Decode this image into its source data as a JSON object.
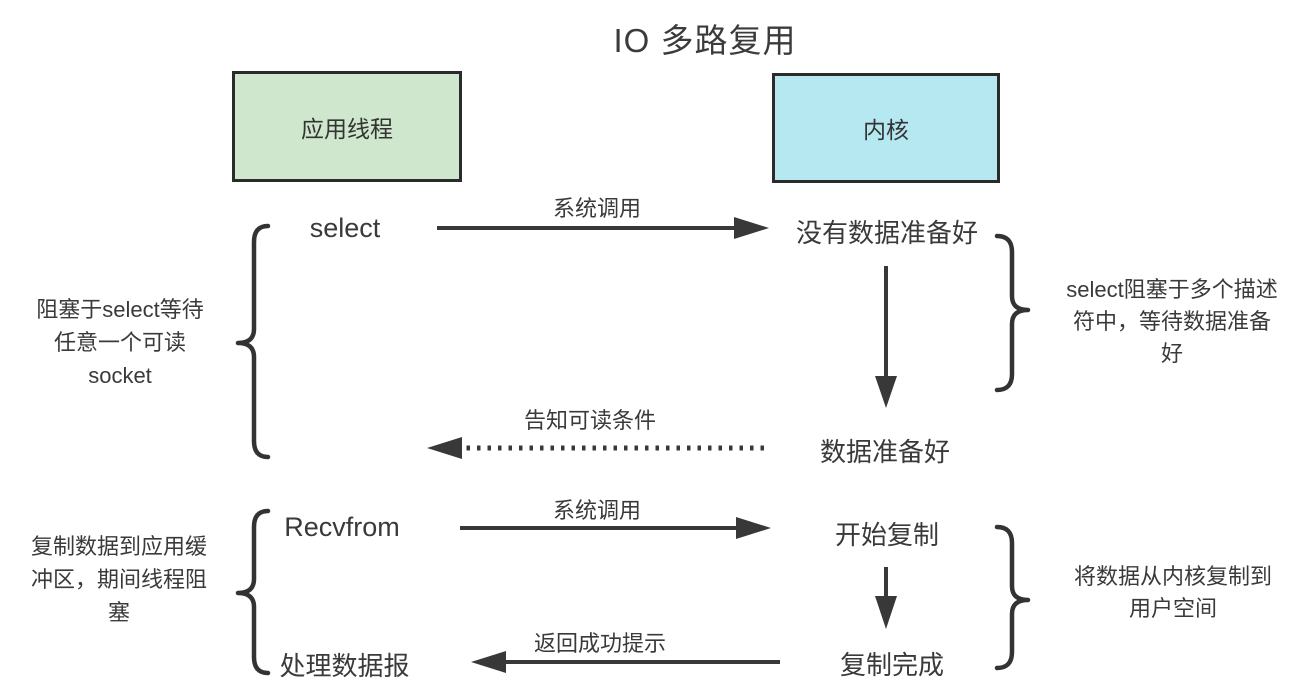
{
  "title": "IO 多路复用",
  "colors": {
    "app_box_fill": "#cfe8cd",
    "kernel_box_fill": "#b6e8f2",
    "line_stroke": "#383838",
    "text": "#3a3a3a"
  },
  "lanes": {
    "app_thread_label": "应用线程",
    "kernel_label": "内核"
  },
  "nodes": {
    "select": "select",
    "recvfrom": "Recvfrom",
    "process_datagram": "处理数据报",
    "no_data_ready": "没有数据准备好",
    "data_ready": "数据准备好",
    "copy_start": "开始复制",
    "copy_done": "复制完成"
  },
  "arrow_labels": {
    "syscall_select": "系统调用",
    "notify_readable": "告知可读条件",
    "syscall_recvfrom": "系统调用",
    "return_success": "返回成功提示"
  },
  "annotations": {
    "left_top": "阻塞于select等待\n任意一个可读\nsocket",
    "right_top": "select阻塞于多个描述\n符中，等待数据准备\n好",
    "left_bottom": "复制数据到应用缓\n冲区，期间线程阻\n塞",
    "right_bottom": "将数据从内核复制到\n用户空间"
  }
}
